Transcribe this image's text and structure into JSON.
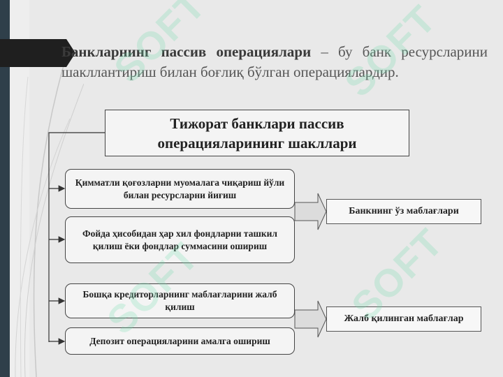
{
  "intro": {
    "bold": "Банкларнинг пассив операциялари",
    "rest": " – бу банк ресурсларини шакллантириш билан боғлиқ бўлган операциялардир."
  },
  "diagram": {
    "title": "Тижорат банклари пассив операцияларининг шакллари",
    "methods": [
      "Қимматли қоғозларни муомалага чиқариш йўли билан ресурсларни йиғиш",
      "Фойда ҳисобидан ҳар хил фондларни ташкил қилиш ёки фондлар суммасини ошириш",
      "Бошқа кредиторларнинг маблағларини жалб қилиш",
      "Депозит операцияларини амалга ошириш"
    ],
    "results": [
      "Банкнинг ўз маблағлари",
      "Жалб қилинган маблағлар"
    ]
  },
  "watermark": "SOFT",
  "colors": {
    "sidebar": "#2f3f4a",
    "marker": "#1f1f1f",
    "watermark": "#6edcaa"
  }
}
